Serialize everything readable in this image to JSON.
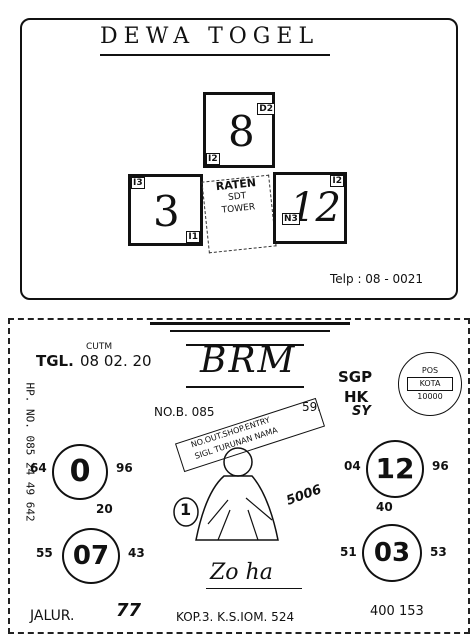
{
  "top": {
    "title": "DEWA TOGEL",
    "boxes": [
      {
        "number": "8",
        "corner_tr": "D2",
        "corner_bl": "I2"
      },
      {
        "number": "3",
        "corner_tl": "I3",
        "corner_br": "I1"
      },
      {
        "number": "12",
        "corner_tl": "N3",
        "corner_tr": "I2"
      }
    ],
    "stamp_lines": [
      "RATEN",
      "SDT",
      "TOWER"
    ],
    "telp": "Telp : 08 - 0021"
  },
  "bottom": {
    "tgl_label": "TGL.",
    "date": "08 02. 20",
    "date_top": "CUTM",
    "brand": "BRM",
    "markets": [
      "SGP",
      "HK",
      "SY"
    ],
    "ref": "NO.B. 085",
    "ref_suffix": "59.",
    "hp": "HP. NO. 085 24 49 642",
    "stamp_lines": [
      "NO.OUT.SHOP.ENTRY",
      "SIGL TURUNAN NAMA"
    ],
    "circles": [
      {
        "center": "0",
        "left": "64",
        "right": "96",
        "bottom": "20"
      },
      {
        "center": "12",
        "left": "04",
        "right": "96",
        "bottom": "40"
      },
      {
        "center": "07",
        "left": "55",
        "right": "43"
      },
      {
        "center": "03",
        "left": "51",
        "right": "53"
      }
    ],
    "signature": "Zo ha",
    "sketch_num_left": "1",
    "sketch_num_right": "5006",
    "jalur_label": "JALUR.",
    "jalur_value": "77",
    "kop": "KOP.3. K.S.IOM. 524",
    "bottom_right": "400 153",
    "postmark_lines": [
      "POS",
      "KOTA",
      "10000"
    ]
  }
}
